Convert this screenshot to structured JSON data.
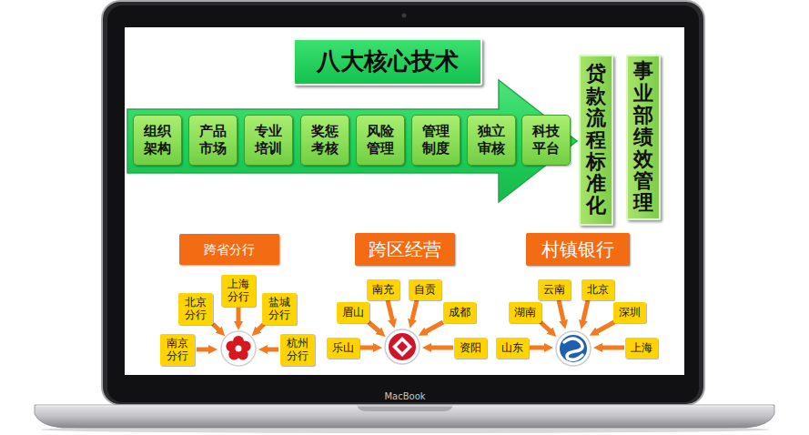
{
  "diagram": {
    "nodes": [
      {
        "text": [
          "八大核心技术"
        ]
      },
      {
        "text": [
          "组织架构"
        ]
      },
      {
        "text": [
          "产品市场"
        ]
      },
      {
        "text": [
          "专业培训"
        ]
      },
      {
        "text": [
          "奖惩考核"
        ]
      },
      {
        "text": [
          "风险管理"
        ]
      },
      {
        "text": [
          "管理制度"
        ]
      },
      {
        "text": [
          "独立审核"
        ]
      },
      {
        "text": [
          "科技平台"
        ]
      },
      {
        "text": [
          "贷款流程标准化"
        ]
      },
      {
        "text": [
          "事业部绩效管理"
        ]
      },
      {
        "text": [
          "跨省分行"
        ]
      },
      {
        "text": [
          "跨区经营"
        ]
      },
      {
        "text": [
          "村镇银行"
        ]
      },
      {
        "text": [
          "上海分行"
        ]
      },
      {
        "text": [
          "北京分行"
        ]
      },
      {
        "text": [
          "盐城分行"
        ]
      },
      {
        "text": [
          "南京分行"
        ]
      },
      {
        "text": [
          "杭州分行"
        ]
      },
      {
        "text": [
          "南充"
        ]
      },
      {
        "text": [
          "自贡"
        ]
      },
      {
        "text": [
          "眉山"
        ]
      },
      {
        "text": [
          "成都"
        ]
      },
      {
        "text": [
          "乐山"
        ]
      },
      {
        "text": [
          "资阳"
        ]
      },
      {
        "text": [
          "云南"
        ]
      },
      {
        "text": [
          "北京"
        ]
      },
      {
        "text": [
          "湖南"
        ]
      },
      {
        "text": [
          "深圳"
        ]
      },
      {
        "text": [
          "山东"
        ]
      },
      {
        "text": [
          "上海"
        ]
      }
    ],
    "labels": [
      "MacBook"
    ]
  }
}
